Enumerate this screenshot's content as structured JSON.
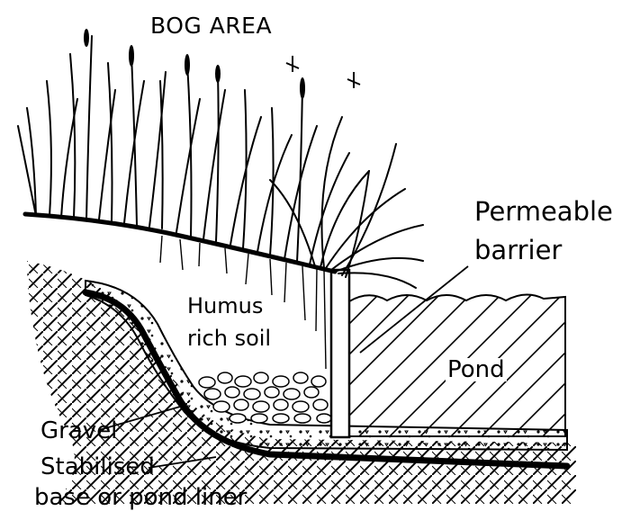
{
  "diagram": {
    "title": "BOG AREA",
    "labels": {
      "permeable": "Permeable",
      "barrier": "barrier",
      "humus": "Humus",
      "rich_soil": "rich soil",
      "pond": "Pond",
      "gravel": "Gravel",
      "stabilised": "Stabilised",
      "base_or_liner": "base or pond liner"
    }
  },
  "colors": {
    "ink": "#000000",
    "paper": "#ffffff"
  }
}
